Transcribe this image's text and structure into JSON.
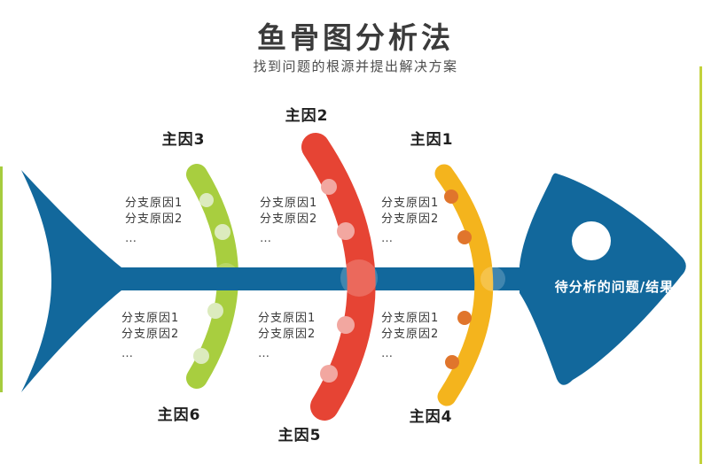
{
  "header": {
    "title": "鱼骨图分析法",
    "subtitle": "找到问题的根源并提出解决方案"
  },
  "fishbone": {
    "head_label": "待分析的问题/结果",
    "main_causes": {
      "cause1": "主因1",
      "cause2": "主因2",
      "cause3": "主因3",
      "cause4": "主因4",
      "cause5": "主因5",
      "cause6": "主因6"
    },
    "branch": {
      "line1": "分支原因1",
      "line2": "分支原因2",
      "more": "…"
    },
    "colors": {
      "bone_blue": "#12689c",
      "arc_green": "#a8ce3f",
      "arc_red": "#e64434",
      "arc_yellow": "#f4b41d",
      "dot_green": "#dcebbe",
      "dot_pink": "#f2a7a0",
      "dot_orange": "#e0752c",
      "edge_left": "#a6cc3e",
      "edge_right": "#c3d23c",
      "eye_white": "#ffffff"
    }
  }
}
